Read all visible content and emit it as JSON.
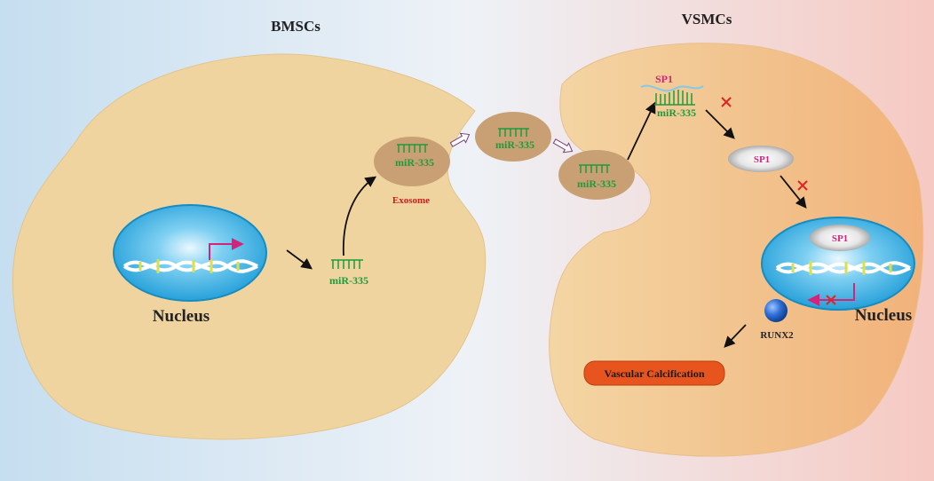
{
  "left_cell": {
    "title": "BMSCs",
    "nucleus_label": "Nucleus"
  },
  "right_cell": {
    "title": "VSMCs",
    "nucleus_label": "Nucleus"
  },
  "mirna": {
    "label": "miR-335"
  },
  "exosome": {
    "label": "Exosome"
  },
  "sp1": {
    "label": "SP1"
  },
  "runx2": {
    "label": "RUNX2"
  },
  "outcome": {
    "label": "Vascular Calcification"
  },
  "colors": {
    "cell_fill": "#f0d4a0",
    "exosome_fill": "#c9a074",
    "mirna_green": "#1e9b3c",
    "sp1_magenta": "#d4237a",
    "exosome_red": "#c8201e",
    "nucleus_blue": "#1ea6dc",
    "outcome_orange": "#e8541e",
    "inhibit_red": "#e02424"
  }
}
